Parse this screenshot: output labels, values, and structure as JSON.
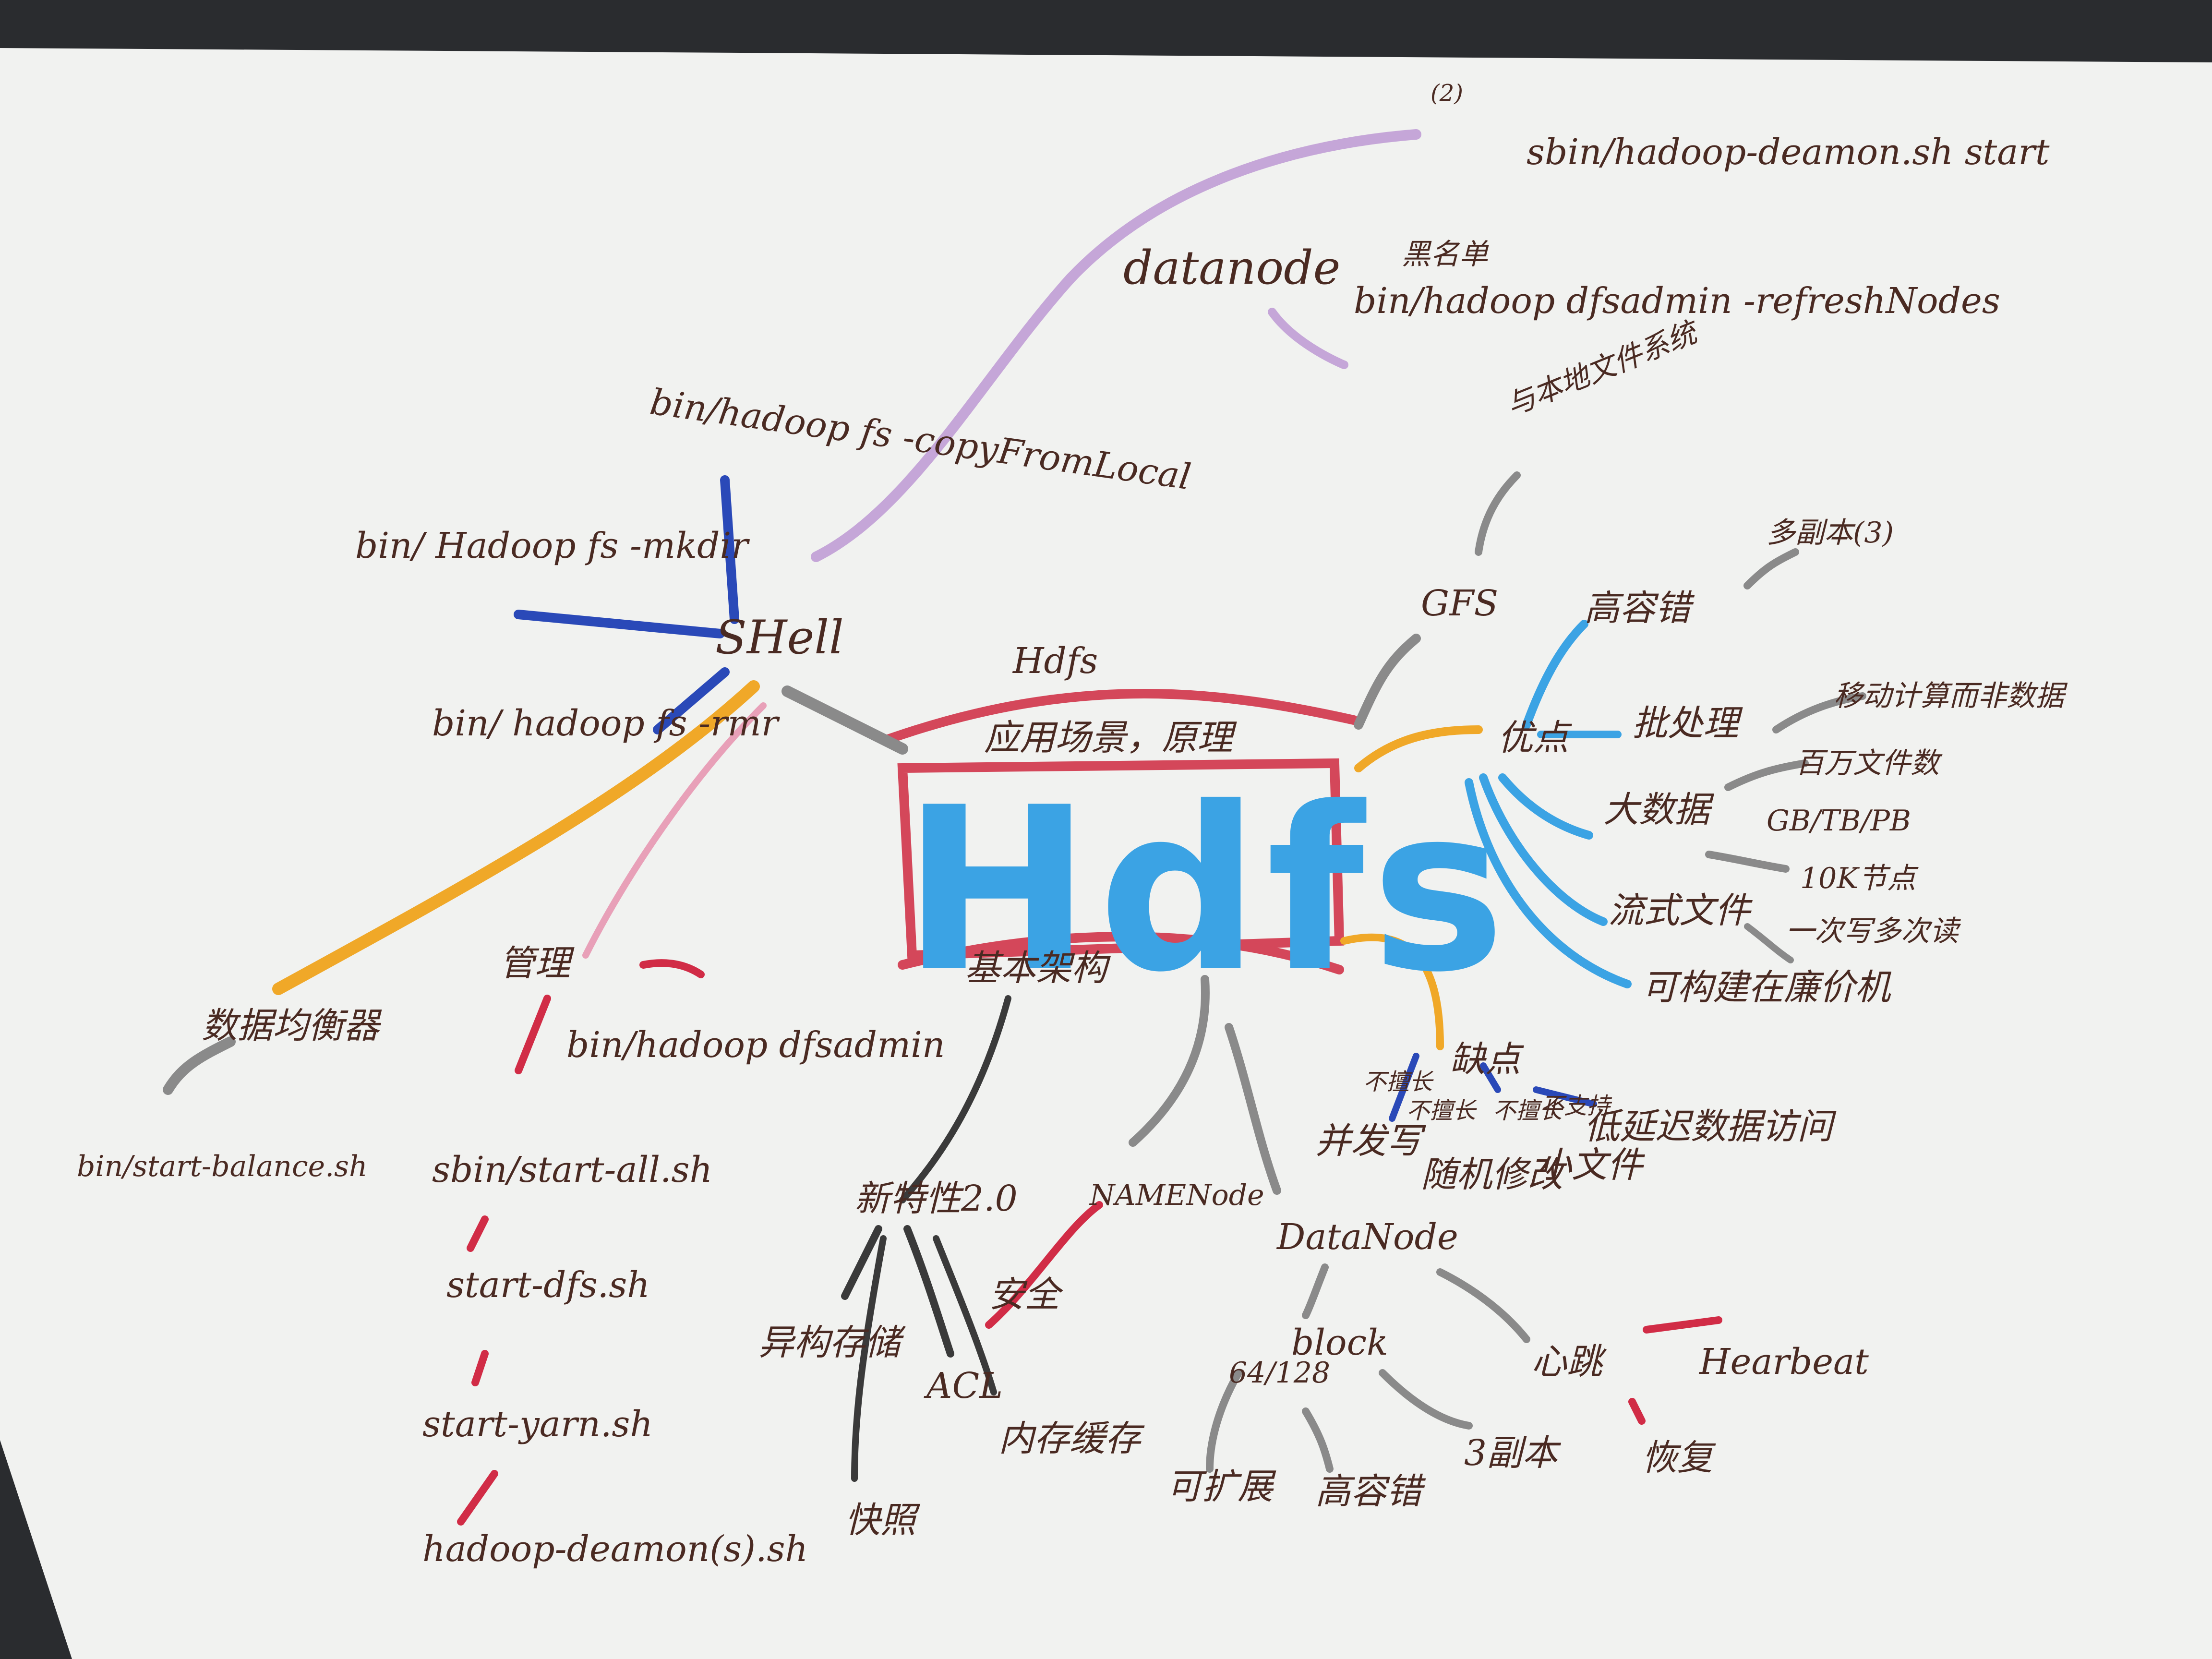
{
  "center": {
    "title_top": "Hdfs",
    "subtitle": "应用场景，原理",
    "big": "Hdfs",
    "bottom": "基本架构"
  },
  "shell": {
    "label": "SHell",
    "cmd_copy": "bin/hadoop fs -copyFromLocal",
    "cmd_mkdir": "bin/ Hadoop fs -mkdir",
    "cmd_rmr": "bin/ hadoop fs -rmr"
  },
  "datanode_cmds": {
    "label": "datanode",
    "step1": "sbin/hadoop-deamon.sh start",
    "step2": "bin/hadoop dfsadmin -refreshNodes",
    "mark1": "(2)",
    "mark2": "黑名单"
  },
  "manage": {
    "label": "管理",
    "cmd_dfsadmin": "bin/hadoop dfsadmin",
    "balancer": "数据均衡器",
    "balancer_cmd": "bin/start-balance.sh",
    "start_all": "sbin/start-all.sh",
    "start_dfs": "start-dfs.sh",
    "start_yarn": "start-yarn.sh",
    "daemon": "hadoop-deamon(s).sh"
  },
  "right": {
    "gfs": "GFS",
    "gfs_note": "与本地文件系统",
    "advantages": "优点",
    "fault_tol": "高容错",
    "fault_tol_note": "多副本(3)",
    "batch": "批处理",
    "batch_note": "移动计算而非数据",
    "bigdata": "大数据",
    "bigdata_n1": "百万文件数",
    "bigdata_n2": "GB/TB/PB",
    "bigdata_n3": "10K节点",
    "stream": "流式文件",
    "stream_note": "一次写多次读",
    "cheap": "可构建在廉价机",
    "disadvantages": "缺点",
    "dis_a": "不擅长",
    "dis_b": "不擅长",
    "dis_c": "不擅长",
    "dis_d": "不支持",
    "dis_note_top": "低延迟数据访问",
    "dis_w1": "并发写",
    "dis_w2": "随机修改",
    "dis_w3": "小文件"
  },
  "bottom": {
    "new_feat": "新特性2.0",
    "hetero": "异构存储",
    "acl": "ACL",
    "snapshot": "快照",
    "cache": "内存缓存",
    "namenode": "NAMENode",
    "safe": "安全",
    "datanode": "DataNode",
    "block": "block",
    "block_size": "64/128",
    "mul_hb": "心跳",
    "heartbeat": "Hearbeat",
    "recover": "恢复",
    "replicas": "3副本",
    "scalable": "可扩展",
    "high_rel": "高容错"
  },
  "colors": {
    "paper": "#f1f2f0",
    "background": "#2a2c2f",
    "ink": "#4a2a22",
    "hdfs_blue": "#3ba3e4",
    "box_red": "#d4475a",
    "shell_blue": "#2a49b8",
    "orange": "#f0a828",
    "purple": "#c5a6d8",
    "pink": "#e8a0b8",
    "gray": "#8a8a8a",
    "black": "#3a3a3a",
    "crimson": "#d12c46"
  }
}
